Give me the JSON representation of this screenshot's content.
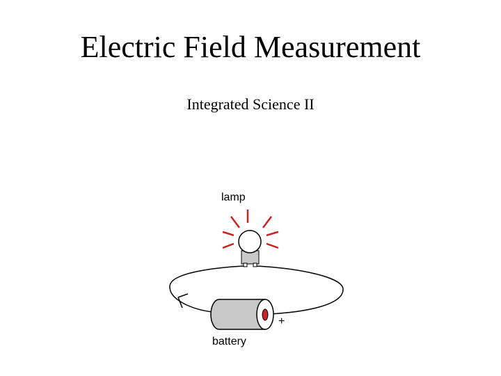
{
  "slide": {
    "title": "Electric Field Measurement",
    "subtitle": "Integrated Science II"
  },
  "diagram": {
    "lamp_label": "lamp",
    "battery_label": "battery",
    "positive_terminal_label": "+",
    "colors": {
      "ray": "#cc2222",
      "battery_body": "#c8c8c8",
      "lamp_base": "#c8c8c8",
      "terminal": "#cc2222",
      "wire": "#000000"
    }
  }
}
